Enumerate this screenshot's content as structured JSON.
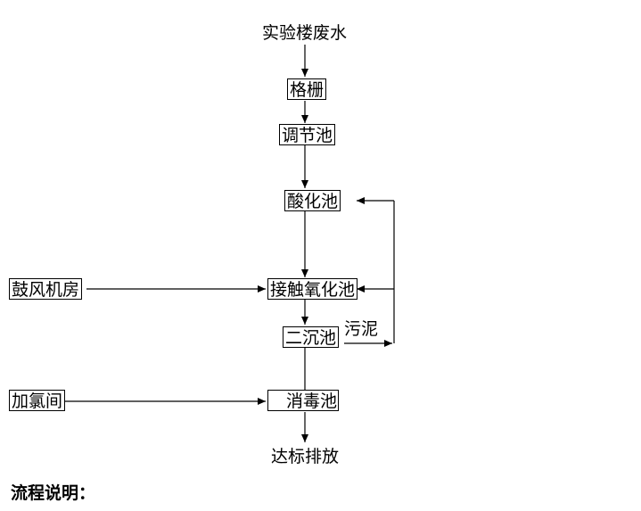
{
  "nodes": {
    "source": "实验楼废水",
    "screen": "格栅",
    "equalization": "调节池",
    "acidification": "酸化池",
    "blower_room": "鼓风机房",
    "contact_oxidation": "接触氧化池",
    "secondary_settling": "二沉池",
    "sludge": "污泥",
    "chlorination": "加氯间",
    "disinfection": "消毒池",
    "discharge": "达标排放"
  },
  "footer": {
    "heading": "流程说明："
  }
}
